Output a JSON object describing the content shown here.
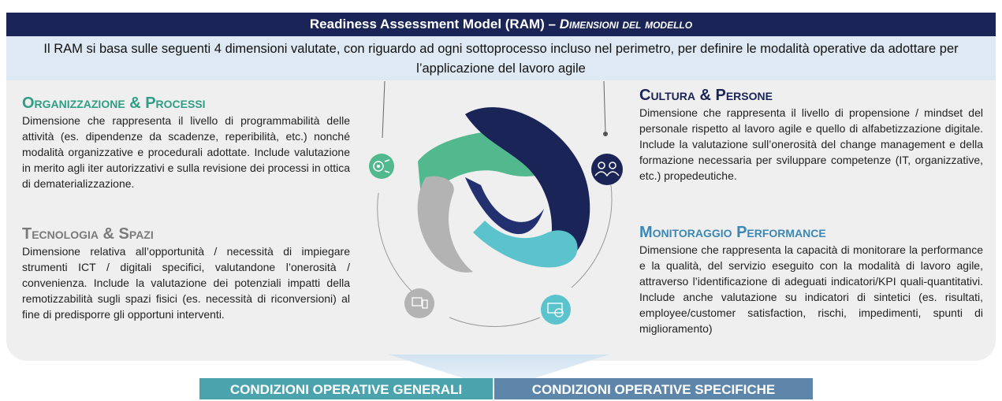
{
  "header": {
    "title": "Readiness Assessment Model (RAM) – ",
    "subtitle": "Dimensioni del modello"
  },
  "intro": "Il RAM si basa sulle seguenti 4 dimensioni valutate, con riguardo ad ogni sottoprocesso incluso nel perimetro,  per definire le modalità operative da adottare per l’applicazione del lavoro agile",
  "sections": {
    "org": {
      "title": "Organizzazione & Processi",
      "text": "Dimensione che rappresenta il livello di programmabilità delle attività (es. dipendenze da scadenze, reperibilità, etc.) nonché modalità organizzative e procedurali adottate. Include valutazione in merito agli iter autorizzativi e sulla revisione dei processi in ottica di dematerializzazione."
    },
    "tec": {
      "title": "Tecnologia & Spazi",
      "text": "Dimensione relativa all’opportunità / necessità di impiegare strumenti ICT / digitali specifici, valutandone l’onerosità / convenienza. Include la valutazione dei potenziali impatti della remotizzabilità sugli spazi fisici (es. necessità di riconversioni) al fine di predisporre gli opportuni interventi."
    },
    "cul": {
      "title": "Cultura & Persone",
      "text": "Dimensione che rappresenta il livello di propensione / mindset del personale rispetto al lavoro agile e quello di alfabetizzazione digitale. Include la valutazione sull’onerosità del change management e della formazione necessaria per sviluppare competenze (IT, organizzative, etc.) propedeutiche."
    },
    "mon": {
      "title": "Monitoraggio Performance",
      "text": "Dimensione che rappresenta la capacità di monitorare la performance e la qualità, del servizio eseguito con la modalità di lavoro agile, attraverso l’identificazione di adeguati indicatori/KPI quali-quantitativi. Include anche valutazione su indicatori di sintetici (es. risultati, employee/customer satisfaction, rischi, impedimenti, spunti di miglioramento)"
    }
  },
  "bottom": {
    "general": "CONDIZIONI OPERATIVE GENERALI",
    "specific": "CONDIZIONI OPERATIVE SPECIFICHE"
  },
  "colors": {
    "navy": "#1a2456",
    "green": "#52b98f",
    "grey": "#b3b3b3",
    "teal": "#5bc3cc",
    "blue": "#3c87b3"
  },
  "icons": [
    "target-process-icon",
    "people-icon",
    "monitor-chart-icon",
    "device-building-icon"
  ]
}
